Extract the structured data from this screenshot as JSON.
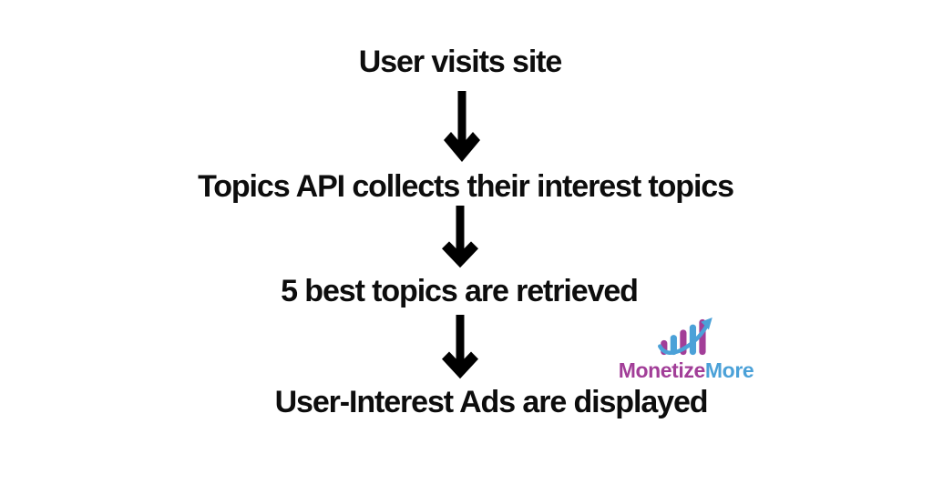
{
  "flow": {
    "steps": [
      {
        "label": "User visits site"
      },
      {
        "label": "Topics API collects their interest topics"
      },
      {
        "label": "5 best topics are retrieved"
      },
      {
        "label": "User-Interest Ads are displayed"
      }
    ]
  },
  "logo": {
    "text_primary": "Monetize",
    "text_secondary": "More",
    "icon": "bar-chart-growth-icon",
    "colors": {
      "purple": "#a23e98",
      "blue": "#4ba1d8"
    }
  },
  "canvas": {
    "background": "#ffffff",
    "text_color": "#0d0d0d",
    "arrow_color": "#000000"
  }
}
